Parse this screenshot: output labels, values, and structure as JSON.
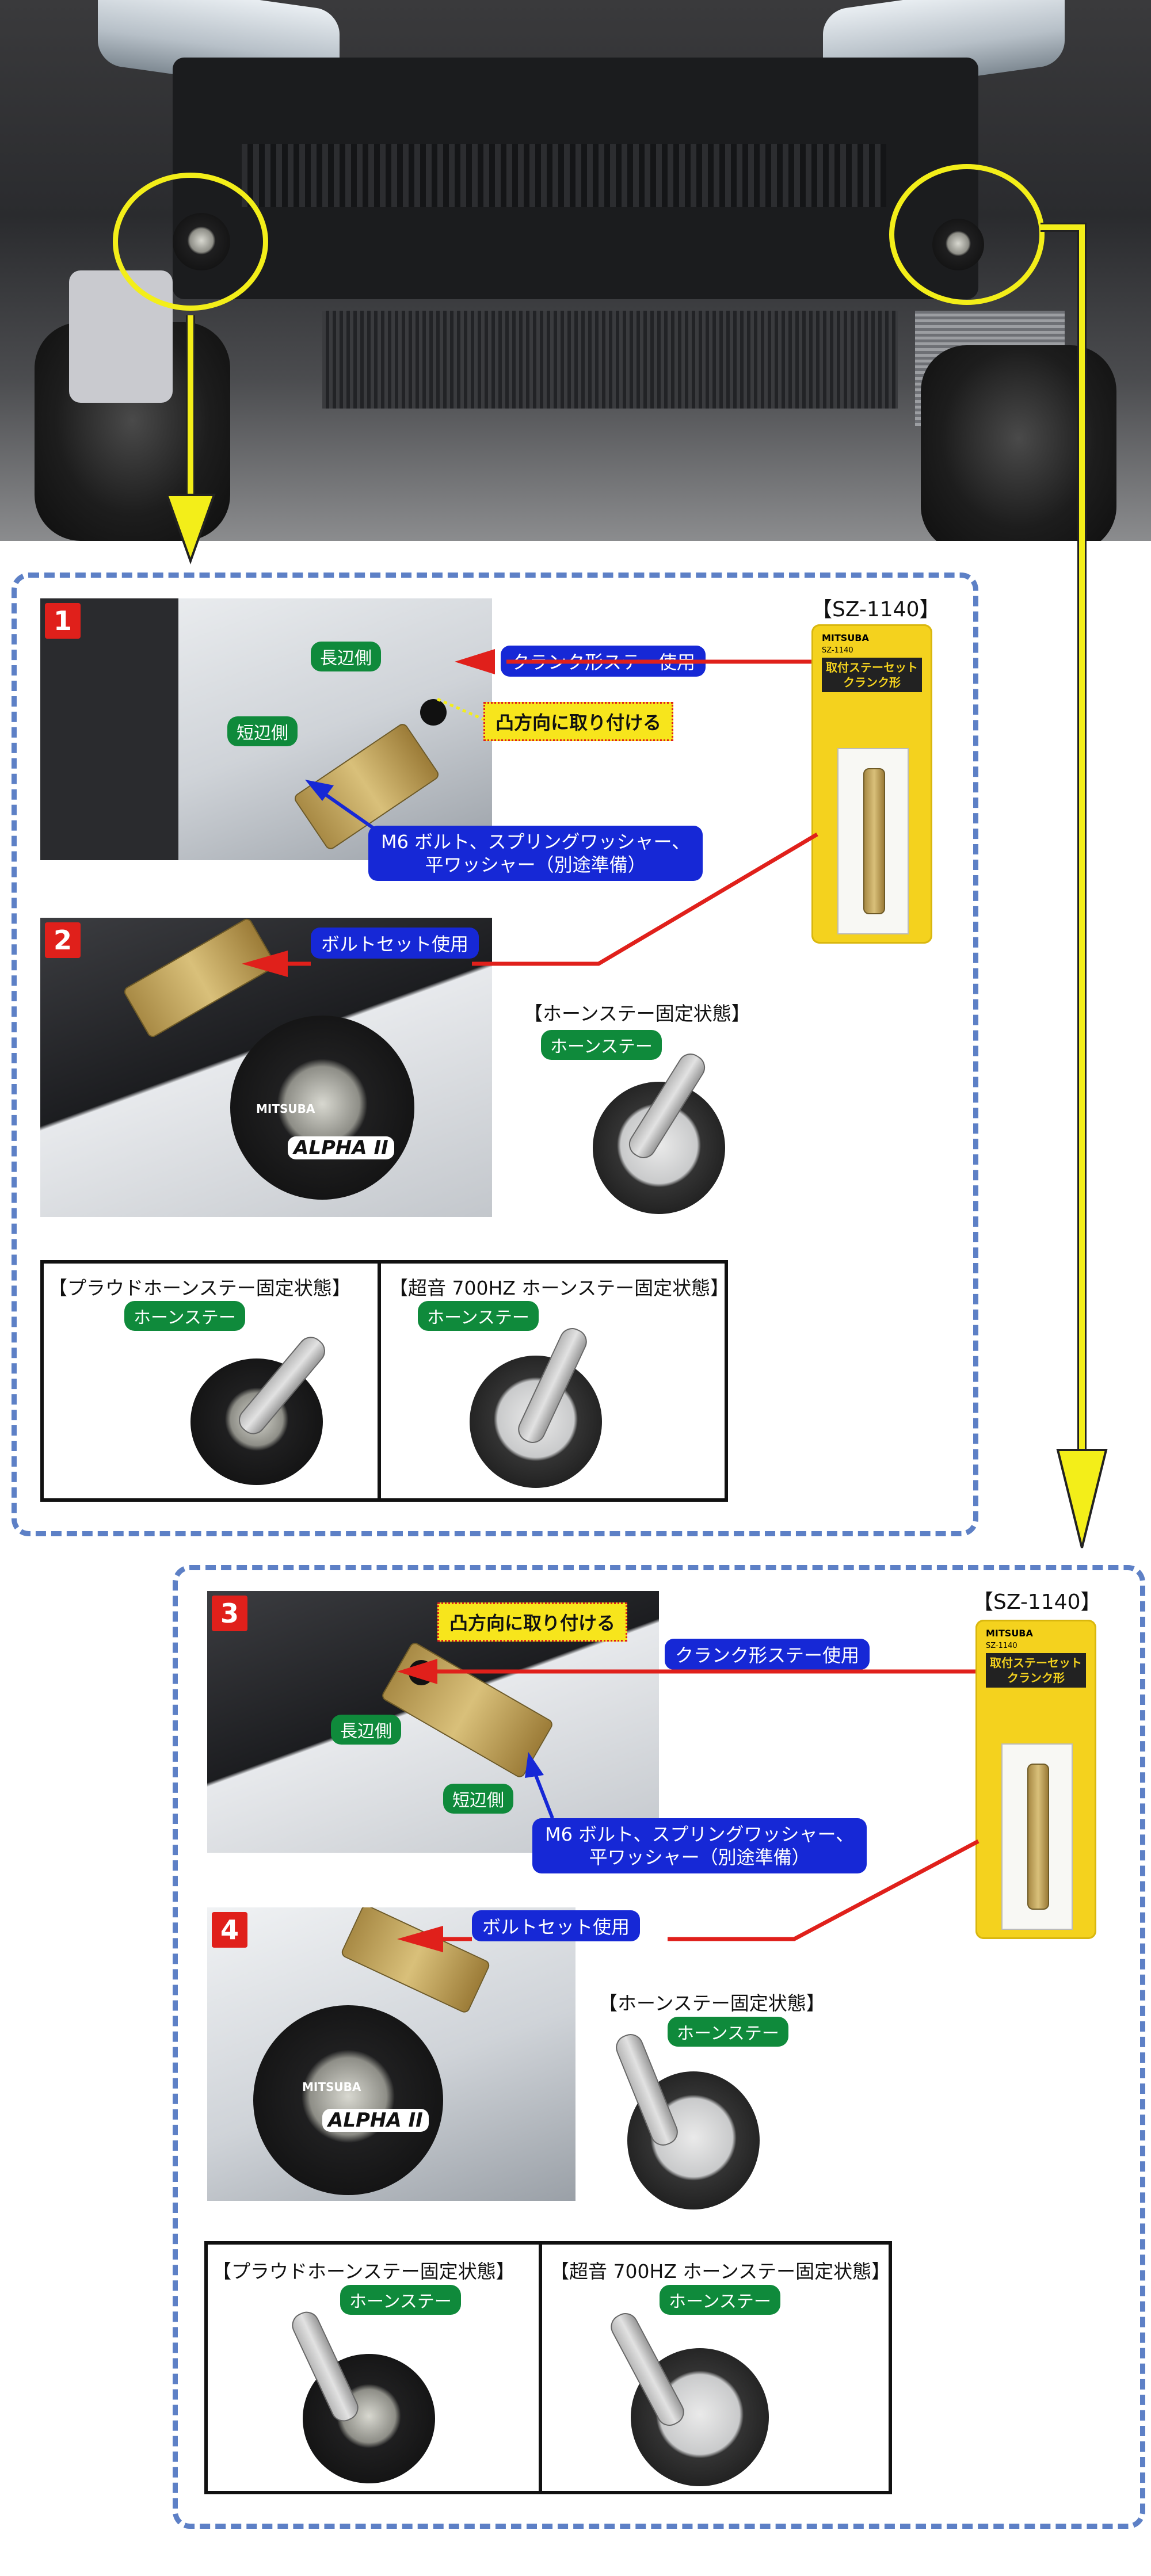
{
  "sku": "【SZ-1140】",
  "package": {
    "brand": "MITSUBA",
    "model": "SZ-1140",
    "title_line1": "取付ステーセット",
    "title_line2": "クランク形"
  },
  "section1": {
    "step1": "1",
    "step2": "2",
    "long_side": "長辺側",
    "short_side": "短辺側",
    "crank_stay": "クランク形ステー使用",
    "convex": "凸方向に取り付ける",
    "bolt_line1": "M6 ボルト、スプリングワッシャー、",
    "bolt_line2": "平ワッシャー（別途準備）",
    "bolt_set": "ボルトセット使用",
    "fixed_state": "【ホーンステー固定状態】",
    "horn_stay": "ホーンステー",
    "proud_state": "【プラウドホーンステー固定状態】",
    "ultra_state": "【超音 700HZ ホーンステー固定状態】",
    "horn_brand": "MITSUBA",
    "horn_model": "ALPHA II"
  },
  "section2": {
    "step3": "3",
    "step4": "4",
    "long_side": "長辺側",
    "short_side": "短辺側",
    "crank_stay": "クランク形ステー使用",
    "convex": "凸方向に取り付ける",
    "bolt_line1": "M6 ボルト、スプリングワッシャー、",
    "bolt_line2": "平ワッシャー（別途準備）",
    "bolt_set": "ボルトセット使用",
    "fixed_state": "【ホーンステー固定状態】",
    "horn_stay": "ホーンステー",
    "proud_state": "【プラウドホーンステー固定状態】",
    "ultra_state": "【超音 700HZ ホーンステー固定状態】",
    "horn_brand": "MITSUBA",
    "horn_model": "ALPHA II"
  },
  "colors": {
    "arrow_yellow": "#f3ee19",
    "arrow_red": "#e0201b",
    "label_blue": "#1628d6",
    "label_green": "#0f8a3b",
    "dash_blue": "#5d80c6"
  }
}
